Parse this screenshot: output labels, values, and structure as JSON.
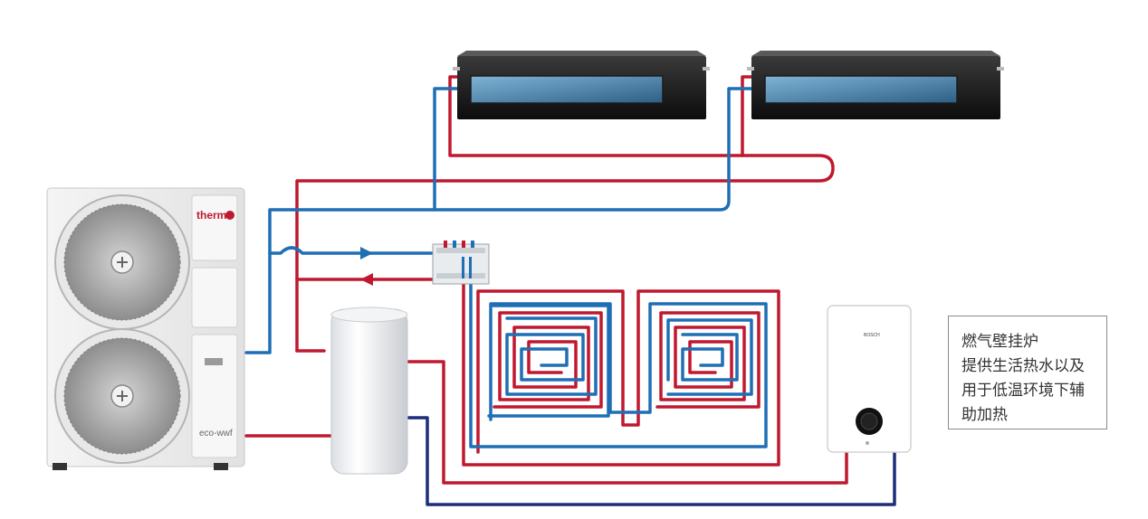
{
  "colors": {
    "hot_pipe": "#c0182e",
    "cold_pipe": "#1f6fb5",
    "return_pipe": "#1c2e7a",
    "brand_red": "#c0182e"
  },
  "outdoor_unit": {
    "brand_logo": "therm",
    "model_text": "eco-wwf"
  },
  "boiler": {
    "brand_text": "BOSCH"
  },
  "note": {
    "lines": [
      "燃气壁挂炉",
      "提供生活热水以及",
      "用于低温环境下辅",
      "助加热"
    ]
  },
  "icons": [
    "fan-icon",
    "fan-icon",
    "flow-arrow-right-icon",
    "flow-arrow-left-icon"
  ]
}
